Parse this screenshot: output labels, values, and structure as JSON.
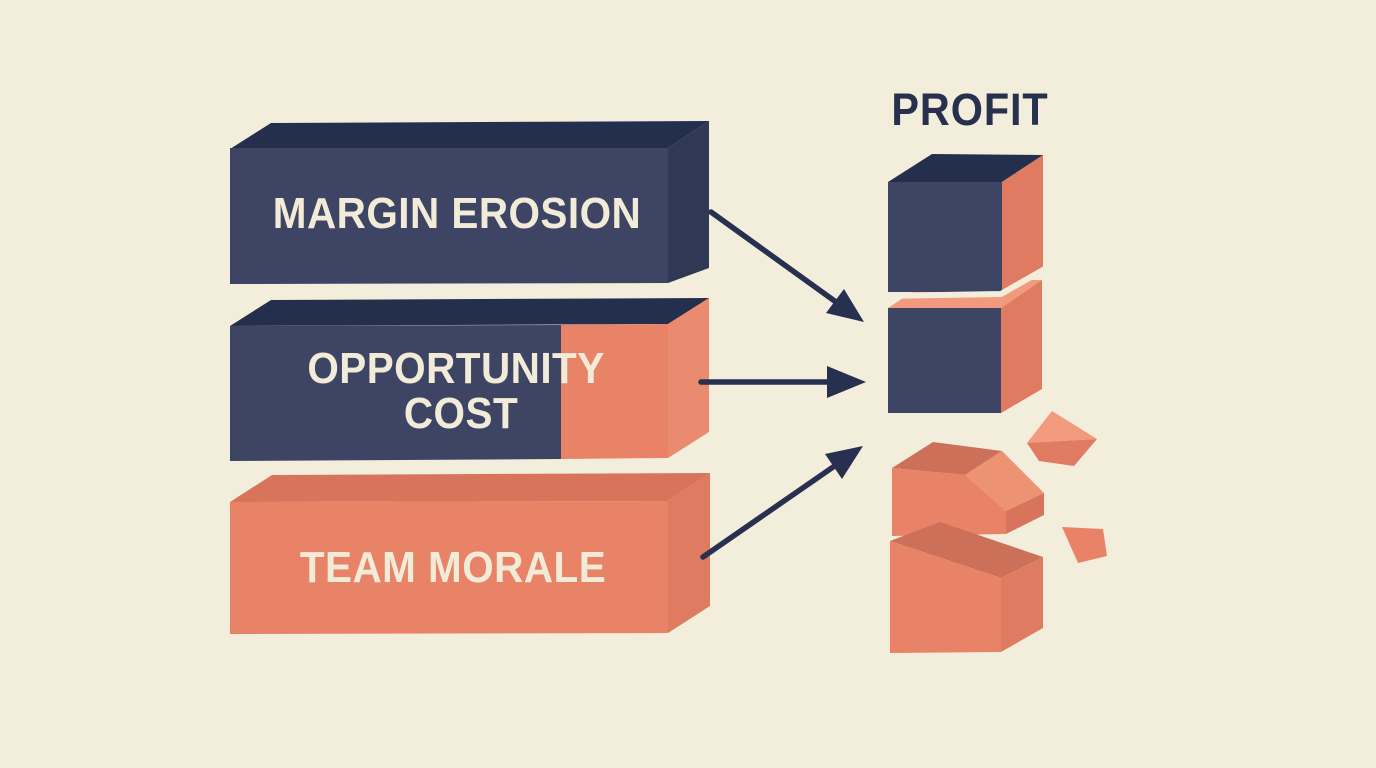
{
  "title": {
    "label": "PROFIT"
  },
  "bars": [
    {
      "id": "margin-erosion",
      "label_lines": [
        "MARGIN EROSION"
      ]
    },
    {
      "id": "opportunity-cost",
      "label_lines": [
        "OPPORTUNITY",
        "COST"
      ]
    },
    {
      "id": "team-morale",
      "label_lines": [
        "TEAM MORALE"
      ]
    }
  ],
  "arrows": [
    {
      "from": "MARGIN EROSION",
      "to": "PROFIT"
    },
    {
      "from": "OPPORTUNITY COST",
      "to": "PROFIT"
    },
    {
      "from": "TEAM MORALE",
      "to": "PROFIT"
    }
  ],
  "profit_stack": {
    "intact_blocks": 2,
    "broken_blocks": 2,
    "fragments": 2
  },
  "palette": {
    "background": "#f3eedb",
    "ink": "#27304f",
    "navy_face": "#3e4564",
    "navy_top": "#242e4d",
    "navy_side": "#2f3854",
    "cream_text": "#f1ebd7",
    "salmon_face": "#e98367",
    "salmon_top": "#d7745b",
    "salmon_side": "#de7b61",
    "salmon_side_light": "#ea8a6e",
    "salmon_light": "#f29a7d",
    "salmon_bevel": "#ee9274",
    "salmon_deep": "#cc7059"
  }
}
